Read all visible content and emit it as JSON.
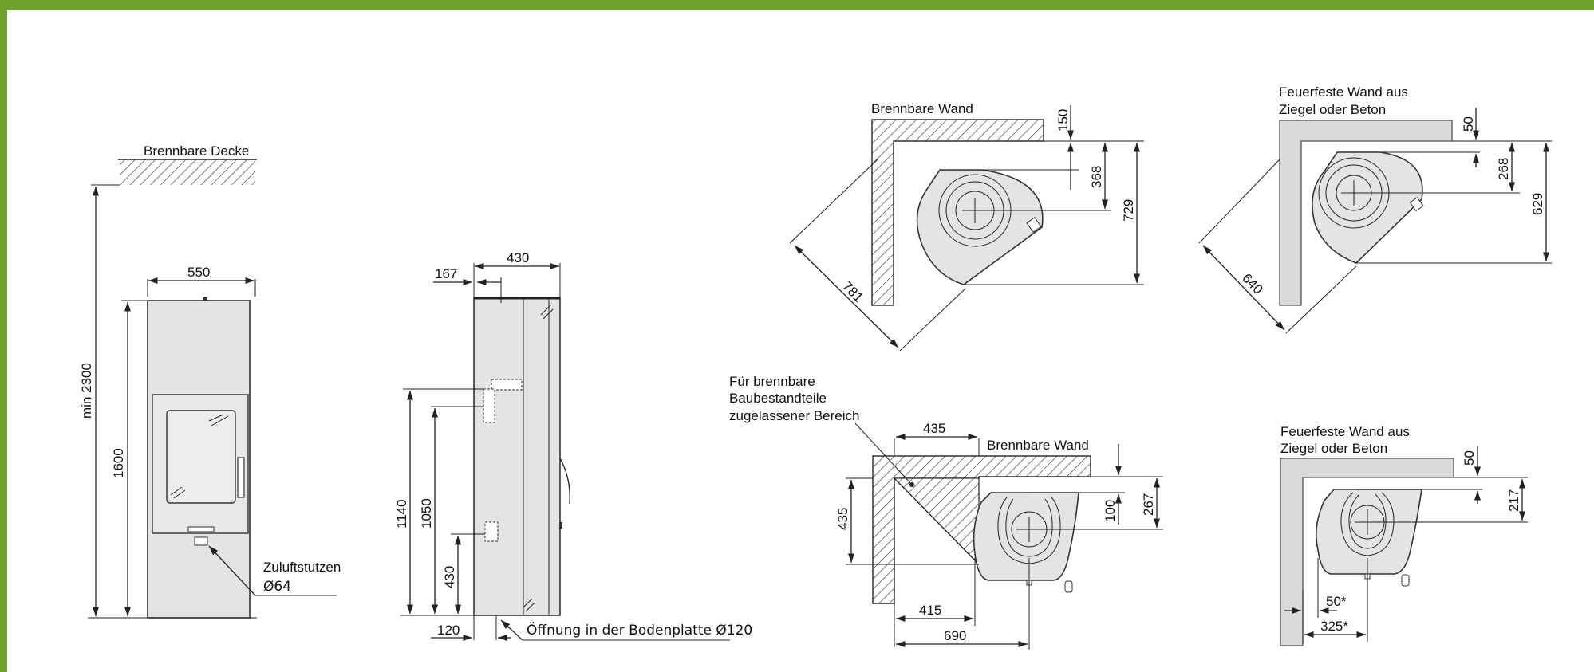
{
  "colors": {
    "frame": "#6ea02c",
    "wall_fireproof": "#dadada",
    "stove": "#e4e4e4"
  },
  "front": {
    "ceiling_label": "Brennbare Decke",
    "width": "550",
    "height": "1600",
    "min_height": "min 2300",
    "inlet_label": "Zuluftstutzen",
    "inlet_diam": "Ø64"
  },
  "side": {
    "depth": "430",
    "offset": "167",
    "h1": "1140",
    "h2": "1050",
    "h3": "430",
    "bottom": "120",
    "floor_opening": "Öffnung in der Bodenplatte Ø120"
  },
  "corner_comb": {
    "wall_label": "Brennbare Wand",
    "d_top": "150",
    "d_center": "368",
    "d_total": "729",
    "d_diag": "781"
  },
  "corner_fire": {
    "wall_label_1": "Feuerfeste Wand aus",
    "wall_label_2": "Ziegel oder Beton",
    "d_top": "50",
    "d_center": "268",
    "d_total": "629",
    "d_diag": "640"
  },
  "wall_comb": {
    "zone_label_1": "Für brennbare",
    "zone_label_2": "Baubestandteile",
    "zone_label_3": "zugelassener Bereich",
    "wall_label": "Brennbare Wand",
    "zone_w": "435",
    "zone_h": "435",
    "d_back": "100",
    "d_center": "267",
    "d_side": "415",
    "d_total": "690"
  },
  "wall_fire": {
    "wall_label_1": "Feuerfeste Wand aus",
    "wall_label_2": "Ziegel oder Beton",
    "d_back": "50",
    "d_center": "217",
    "d_side": "50*",
    "d_total": "325*"
  }
}
